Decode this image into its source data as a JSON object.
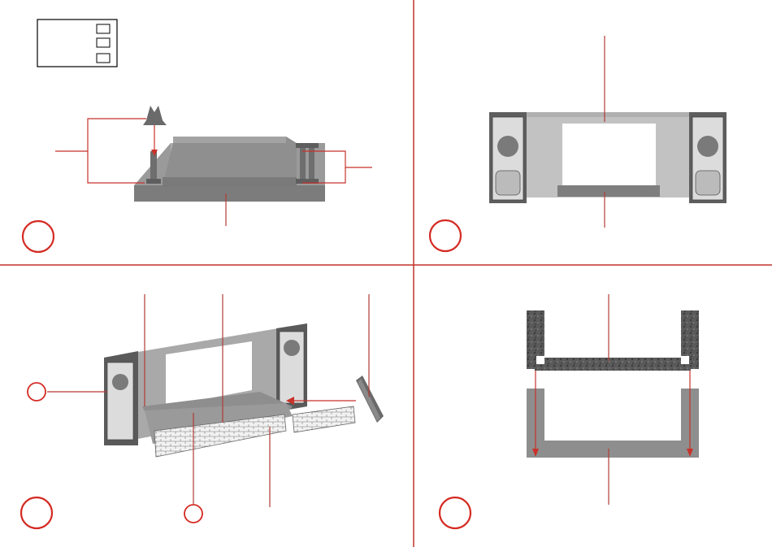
{
  "colors": {
    "divider": "#c4342c",
    "callout_red": "#c8322a",
    "circle_red": "#d42a22",
    "leader_red": "#b23b35",
    "plastic_grey": "#8a8a8a",
    "light_grey": "#a8a8a8",
    "dark_stone": "#4e4e4e"
  },
  "panels": [
    {
      "id": "step-1",
      "step_label": ""
    },
    {
      "id": "step-2",
      "step_label": ""
    },
    {
      "id": "step-3",
      "step_label": ""
    },
    {
      "id": "step-4",
      "step_label": ""
    }
  ],
  "legend": {
    "checkboxes": 3
  }
}
